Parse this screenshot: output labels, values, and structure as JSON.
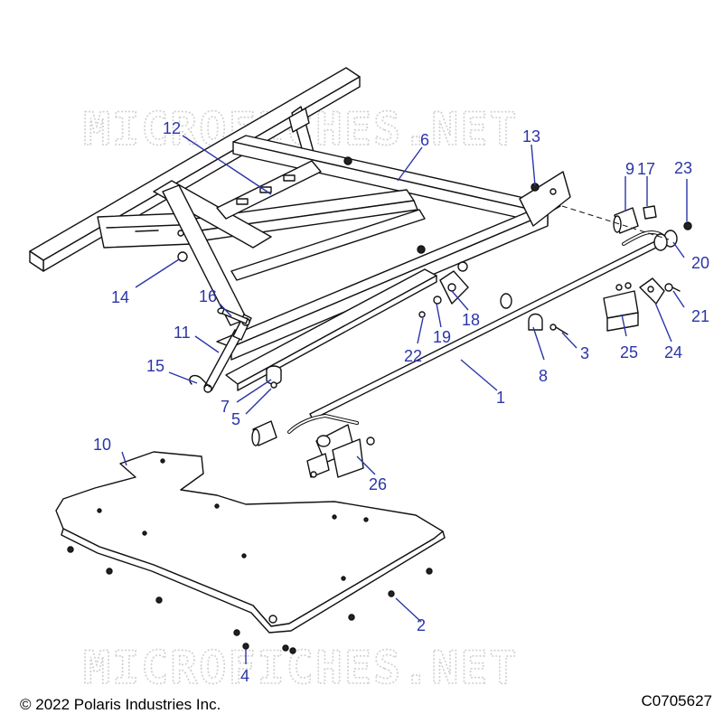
{
  "watermark": {
    "text": "MICROFICHES.NET"
  },
  "callouts": [
    {
      "n": "1"
    },
    {
      "n": "2"
    },
    {
      "n": "3"
    },
    {
      "n": "4"
    },
    {
      "n": "5"
    },
    {
      "n": "6"
    },
    {
      "n": "7"
    },
    {
      "n": "8"
    },
    {
      "n": "9"
    },
    {
      "n": "10"
    },
    {
      "n": "11"
    },
    {
      "n": "12"
    },
    {
      "n": "13"
    },
    {
      "n": "14"
    },
    {
      "n": "15"
    },
    {
      "n": "16"
    },
    {
      "n": "17"
    },
    {
      "n": "18"
    },
    {
      "n": "19"
    },
    {
      "n": "20"
    },
    {
      "n": "21"
    },
    {
      "n": "22"
    },
    {
      "n": "23"
    },
    {
      "n": "24"
    },
    {
      "n": "25"
    },
    {
      "n": "26"
    }
  ],
  "footer": {
    "copyright": "© 2022 Polaris Industries Inc.",
    "drawing_code": "C0705627"
  },
  "colors": {
    "callout": "#2b35a8",
    "line": "#111111",
    "watermark": "#cfcfcf"
  }
}
